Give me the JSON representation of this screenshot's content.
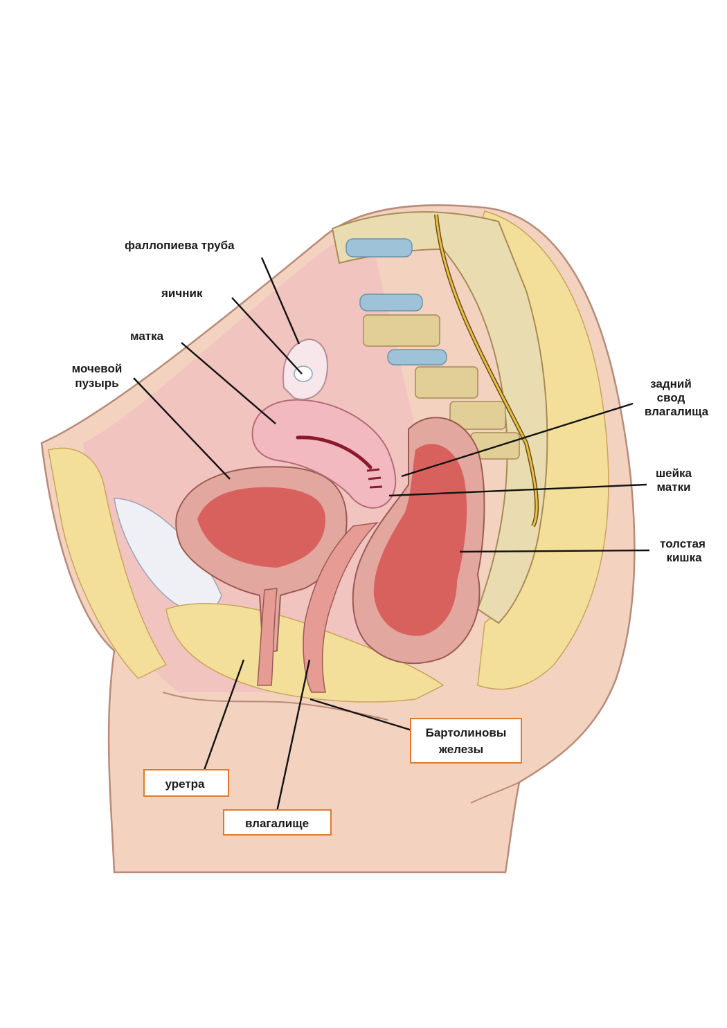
{
  "labels": {
    "fallopian_tube": "фаллопиева труба",
    "ovary": "яичник",
    "uterus": "матка",
    "bladder_line1": "мочевой",
    "bladder_line2": "пузырь",
    "posterior_fornix_line1": "задний",
    "posterior_fornix_line2": "свод",
    "posterior_fornix_line3": "влагалища",
    "cervix_line1": "шейка",
    "cervix_line2": "матки",
    "colon_line1": "толстая",
    "colon_line2": "кишка",
    "bartholin_line1": "Бартолиновы",
    "bartholin_line2": "железы",
    "urethra": "уретра",
    "vagina": "влагалище"
  },
  "colors": {
    "skin": "#f3d2c0",
    "skin_outline": "#b98a78",
    "pelvic_pink": "#f2c4c0",
    "fat_yellow": "#f3df9a",
    "muscle_red": "#d8615d",
    "bone": "#e9dcb0",
    "disc_blue": "#9ec3d8",
    "label_box_border": "#e07a2a"
  }
}
